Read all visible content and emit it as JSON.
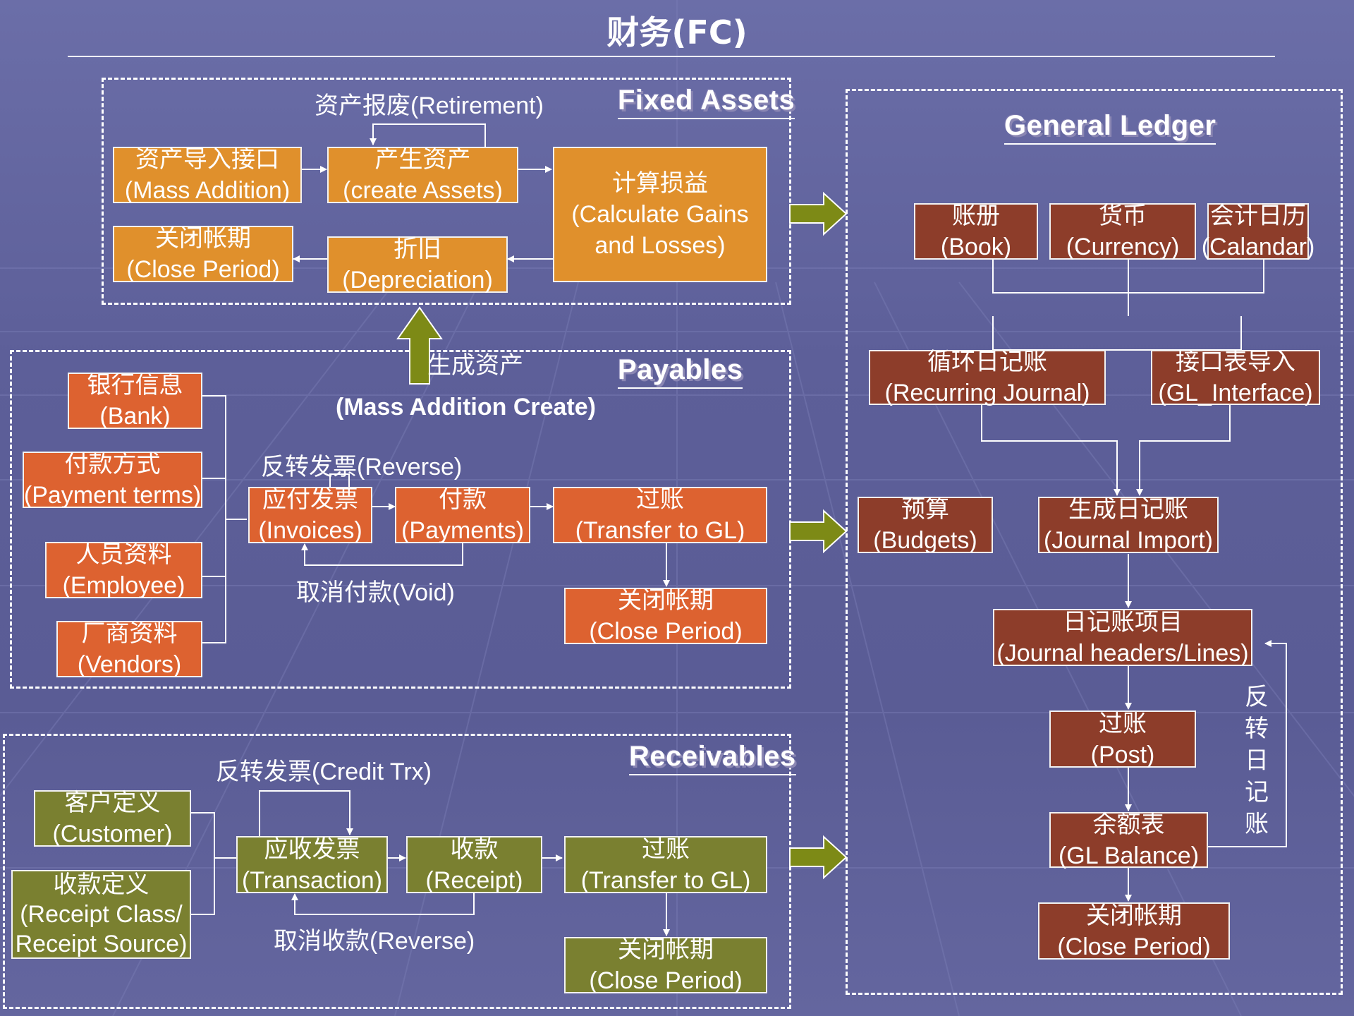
{
  "title": "财务(FC)",
  "sections": {
    "fixed_assets": "Fixed Assets",
    "payables": "Payables",
    "receivables": "Receivables",
    "general_ledger": "General Ledger"
  },
  "fa": {
    "mass_addition": {
      "cn": "资产导入接口",
      "en": "(Mass Addition)"
    },
    "create_assets": {
      "cn": "产生资产",
      "en": "(create Assets)"
    },
    "calc_gains": {
      "cn": "计算损益",
      "en": "(Calculate Gains",
      "en2": "and Losses)"
    },
    "close_period": {
      "cn": "关闭帐期",
      "en": "(Close Period)"
    },
    "depreciation": {
      "cn": "折旧",
      "en": "(Depreciation)"
    },
    "retirement": "资产报废(Retirement)"
  },
  "ap": {
    "bank": {
      "cn": "银行信息",
      "en": "(Bank)"
    },
    "payment_terms": {
      "cn": "付款方式",
      "en": "(Payment terms)"
    },
    "employee": {
      "cn": "人员资料",
      "en": "(Employee)"
    },
    "vendors": {
      "cn": "厂商资料",
      "en": "(Vendors)"
    },
    "invoices": {
      "cn": "应付发票",
      "en": "(Invoices)"
    },
    "payments": {
      "cn": "付款",
      "en": "(Payments)"
    },
    "transfer": {
      "cn": "过账",
      "en": "(Transfer to GL)"
    },
    "close_period": {
      "cn": "关闭帐期",
      "en": "(Close Period)"
    },
    "reverse": "反转发票(Reverse)",
    "void": "取消付款(Void)",
    "gen_assets": "生成资产",
    "mass_create": "(Mass Addition Create)"
  },
  "ar": {
    "customer": {
      "cn": "客户定义",
      "en": "(Customer)"
    },
    "receipt_def": {
      "cn": "收款定义",
      "en": "(Receipt Class/",
      "en2": "Receipt Source)"
    },
    "transaction": {
      "cn": "应收发票",
      "en": "(Transaction)"
    },
    "receipt": {
      "cn": "收款",
      "en": "(Receipt)"
    },
    "transfer": {
      "cn": "过账",
      "en": "(Transfer to GL)"
    },
    "close_period": {
      "cn": "关闭帐期",
      "en": "(Close Period)"
    },
    "credit_trx": "反转发票(Credit Trx)",
    "reverse": "取消收款(Reverse)"
  },
  "gl": {
    "book": {
      "cn": "账册",
      "en": "(Book)"
    },
    "currency": {
      "cn": "货币",
      "en": "(Currency)"
    },
    "calendar": {
      "cn": "会计日历",
      "en": "(Calandar)"
    },
    "recurring": {
      "cn": "循环日记账",
      "en": "(Recurring Journal)"
    },
    "interface": {
      "cn": "接口表导入",
      "en": "(GL_Interface)"
    },
    "budgets": {
      "cn": "预算",
      "en": "(Budgets)"
    },
    "journal_import": {
      "cn": "生成日记账",
      "en": "(Journal Import)"
    },
    "journal_lines": {
      "cn": "日记账项目",
      "en": "(Journal headers/Lines)"
    },
    "post": {
      "cn": "过账",
      "en": "(Post)"
    },
    "balance": {
      "cn": "余额表",
      "en": "(GL Balance)"
    },
    "close_period": {
      "cn": "关闭帐期",
      "en": "(Close Period)"
    },
    "reverse_journal": "反转日记账"
  },
  "colors": {
    "fixed_assets": "#e0902c",
    "payables": "#dd6230",
    "receivables": "#7a8030",
    "general_ledger": "#8d3d2a",
    "flow_arrow": "#7d8a16",
    "background": "#5d5f99"
  }
}
